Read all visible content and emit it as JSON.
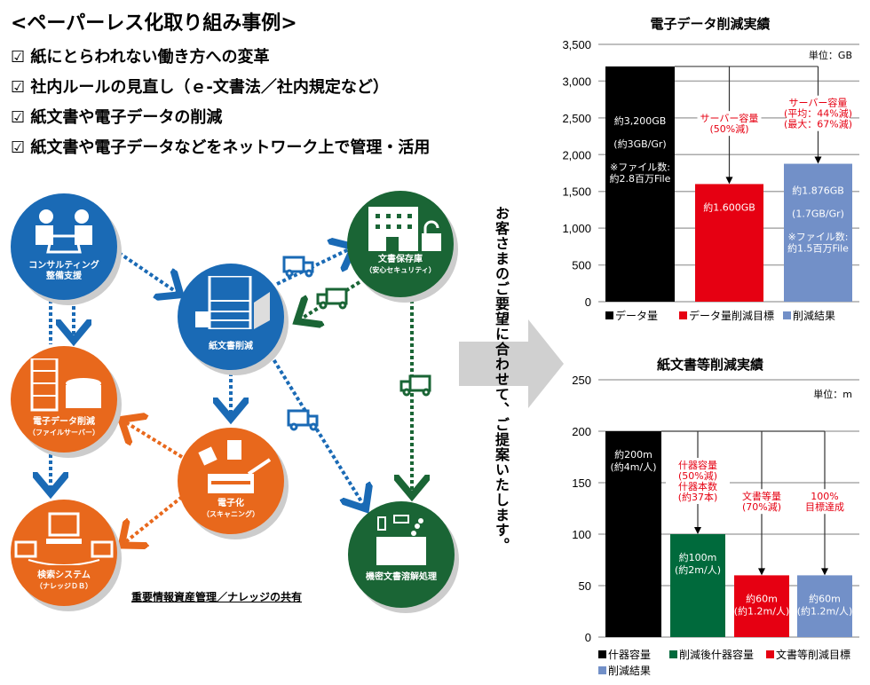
{
  "heading": "<ペーパーレス化取り組み事例>",
  "checklist": [
    "☑ 紙にとらわれない働き方への変革",
    "☑ 社内ルールの見直し（ｅ-文書法／社内規定など）",
    "☑ 紙文書や電子データの削減",
    "☑ 紙文書や電子データなどをネットワーク上で管理・活用"
  ],
  "diagram": {
    "consulting": {
      "title": "コンサルティング",
      "sub": "整備支援"
    },
    "paper": {
      "title": "紙文書削減"
    },
    "storage": {
      "title": "文書保存庫",
      "sub": "（安心セキュリティ）"
    },
    "edata": {
      "title": "電子データ削減",
      "sub": "（ファイルサーバー）"
    },
    "scan": {
      "title": "電子化",
      "sub": "（スキャニング）"
    },
    "search": {
      "title": "検索システム",
      "sub": "（ナレッジＤＢ）"
    },
    "shred": {
      "title": "機密文書溶解処理"
    },
    "caption": "重要情報資産管理／ナレッジの共有",
    "colors": {
      "blue": "#1a6ab5",
      "orange": "#e8681c",
      "green": "#1a6535"
    }
  },
  "proposal_text": "お客さまのご要望に合わせて、ご提案いたします。",
  "chart_data": [
    {
      "type": "bar",
      "title": "電子データ削減実績",
      "unit": "単位：GB",
      "ylim": [
        0,
        3500
      ],
      "yticks": [
        "0",
        "500",
        "1,000",
        "1,500",
        "2,000",
        "2,500",
        "3,000",
        "3,500"
      ],
      "ytick_values": [
        0,
        500,
        1000,
        1500,
        2000,
        2500,
        3000,
        3500
      ],
      "grid": true,
      "categories": [
        "データ量",
        "データ量削減目標",
        "削減結果"
      ],
      "values": [
        3200,
        1600,
        1876
      ],
      "colors": [
        "#000000",
        "#e60012",
        "#7290c8"
      ],
      "bar_labels": [
        [
          "約3,200GB",
          "",
          "(約3GB/Gr)",
          "",
          "※ファイル数:",
          "約2.8百万File"
        ],
        [
          "約1.600GB"
        ],
        [
          "約1.876GB",
          "",
          "(1.7GB/Gr)",
          "",
          "※ファイル数:",
          "約1.5百万File"
        ]
      ],
      "annotations": [
        {
          "target": 1,
          "lines": [
            "サーバー容量",
            "(50%減)"
          ]
        },
        {
          "target": 2,
          "lines": [
            "サーバー容量",
            "(平均：44%減)",
            "(最大：67%減)"
          ]
        }
      ],
      "legend": [
        "データ量",
        "データ量削減目標",
        "削減結果"
      ],
      "legend_position": "bottom"
    },
    {
      "type": "bar",
      "title": "紙文書等削減実績",
      "unit": "単位：m",
      "ylim": [
        0,
        250
      ],
      "yticks": [
        "0",
        "50",
        "100",
        "150",
        "200",
        "250"
      ],
      "ytick_values": [
        0,
        50,
        100,
        150,
        200,
        250
      ],
      "grid": true,
      "categories": [
        "什器容量",
        "削減後什器容量",
        "文書等削減目標",
        "削減結果"
      ],
      "values": [
        200,
        100,
        60,
        60
      ],
      "colors": [
        "#000000",
        "#006a3c",
        "#e60012",
        "#7290c8"
      ],
      "bar_labels": [
        [
          "約200m",
          "(約4m/人)"
        ],
        [
          "約100m",
          "(約2m/人)"
        ],
        [
          "約60m",
          "(約1.2m/人)"
        ],
        [
          "約60m",
          "(約1.2m/人)"
        ]
      ],
      "annotations": [
        {
          "target": 1,
          "lines": [
            "什器容量",
            "(50%減)",
            "什器本数",
            "(約37本)"
          ]
        },
        {
          "target": 2,
          "lines": [
            "文書等量",
            "(70%減)"
          ]
        },
        {
          "target": 3,
          "lines": [
            "100%",
            "目標達成"
          ]
        }
      ],
      "legend": [
        "什器容量",
        "削減後什器容量",
        "文書等削減目標",
        "削減結果"
      ],
      "legend_position": "bottom"
    }
  ]
}
